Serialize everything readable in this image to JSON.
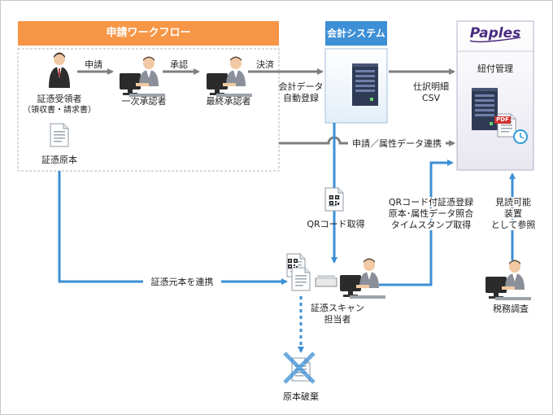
{
  "workflow": {
    "title": "申請ワークフロー",
    "receipt_holder": "証憑受領者",
    "receipt_holder_sub": "（領収書・請求書）",
    "first_approver": "一次承認者",
    "final_approver": "最終承認者",
    "original_doc": "証憑原本",
    "step_apply": "申請",
    "step_approve": "承認",
    "step_decide": "決済"
  },
  "accounting": {
    "title": "会計システム",
    "auto_register_1": "会計データ",
    "auto_register_2": "自動登録"
  },
  "paples": {
    "logo": "Paples",
    "panel_title": "紐付管理",
    "journal_1": "仕訳明細",
    "journal_2": "CSV",
    "pdf_badge": "PDF"
  },
  "flows": {
    "attribute_link": "申請／属性データ連携",
    "qr_get": "QRコード取得",
    "register_1": "QRコード付証憑登録",
    "register_2": "原本･属性データ照合",
    "register_3": "タイムスタンプ取得",
    "original_link": "証憑元本を連携",
    "view_1": "見読可能",
    "view_2": "装置",
    "view_3": "として参照"
  },
  "people": {
    "scanner_1": "証憑スキャン",
    "scanner_2": "担当者",
    "tax_audit": "税務調査",
    "discard": "原本破棄"
  },
  "colors": {
    "orange": "#f79646",
    "blue": "#3d8fd6",
    "gray_arrow": "#7f7f7f",
    "purple": "#4b2c80"
  }
}
